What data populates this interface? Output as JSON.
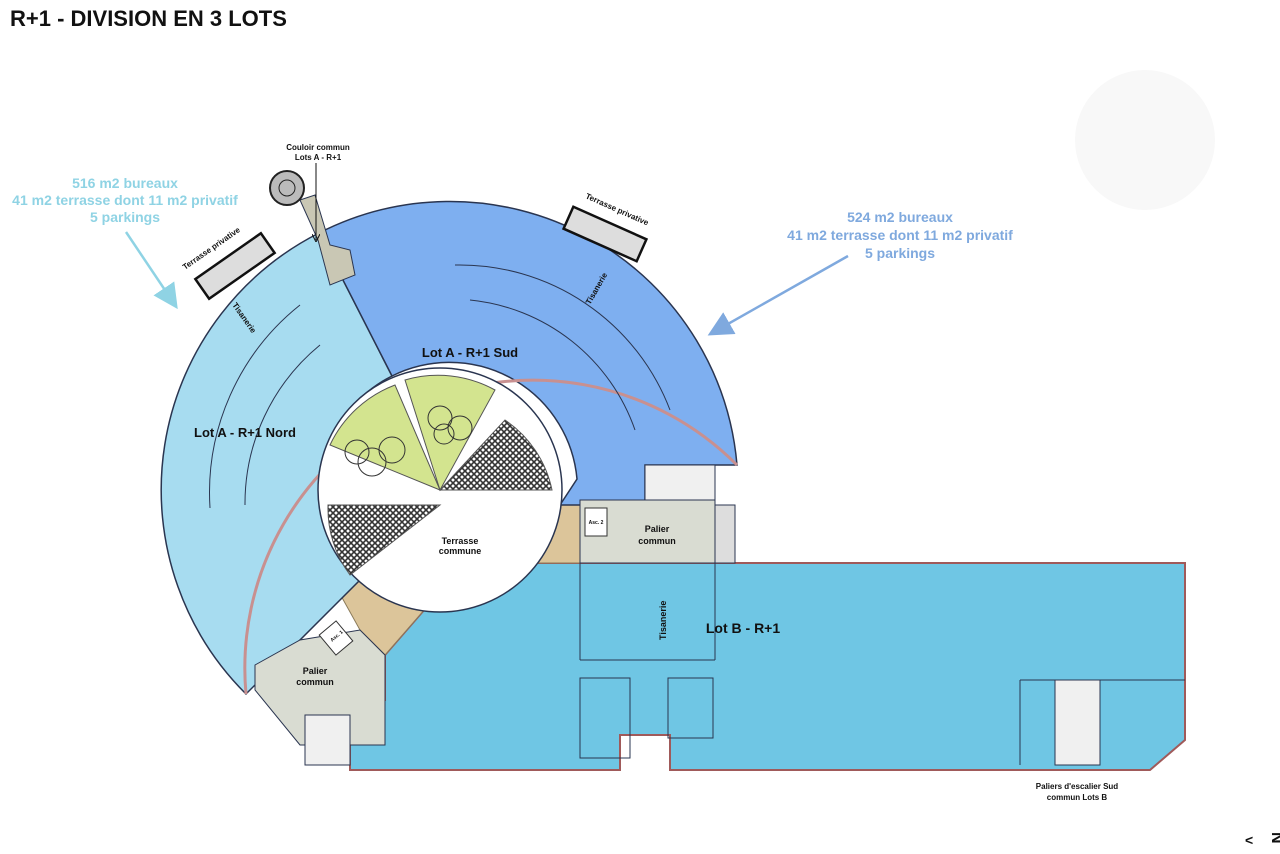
{
  "title": "R+1 - DIVISION EN 3 LOTS",
  "colors": {
    "lot_a_nord": "#a7dcf0",
    "lot_a_sud": "#7eaff0",
    "lot_b": "#6fc6e4",
    "terrasse_commune": "#dcc59a",
    "palier": "#d9dcd2",
    "lawn": "#d3e48f",
    "info_nord": "#8fd3e4",
    "info_sud": "#7fa9de"
  },
  "annotations": {
    "nord_info": [
      "516 m2 bureaux",
      "41 m2 terrasse dont 11 m2 privatif",
      "5 parkings"
    ],
    "sud_info": [
      "524 m2 bureaux",
      "41 m2 terrasse dont 11 m2 privatif",
      "5 parkings"
    ],
    "couloir": [
      "Couloir commun",
      "Lots A - R+1"
    ],
    "paliers_sud": [
      "Paliers d'escalier Sud",
      "commun Lots B"
    ]
  },
  "rooms": {
    "lot_a_nord": "Lot A - R+1 Nord",
    "lot_a_sud": "Lot A - R+1 Sud",
    "lot_b": "Lot B - R+1",
    "terrasse_privative_1": "Terrasse privative",
    "terrasse_privative_2": "Terrasse privative",
    "tisanerie_nord": "Tisanerie",
    "tisanerie_sud": "Tisanerie",
    "tisanerie_b": "Tisanerie",
    "terrasse_commune": [
      "Terrasse",
      "commune"
    ],
    "palier_right": [
      "Palier",
      "commun"
    ],
    "palier_left": [
      "Palier",
      "commun"
    ],
    "asc1": "Asc. 1",
    "asc2": "Asc. 2"
  },
  "compass": {
    "arrow": "<",
    "letter": "N"
  }
}
